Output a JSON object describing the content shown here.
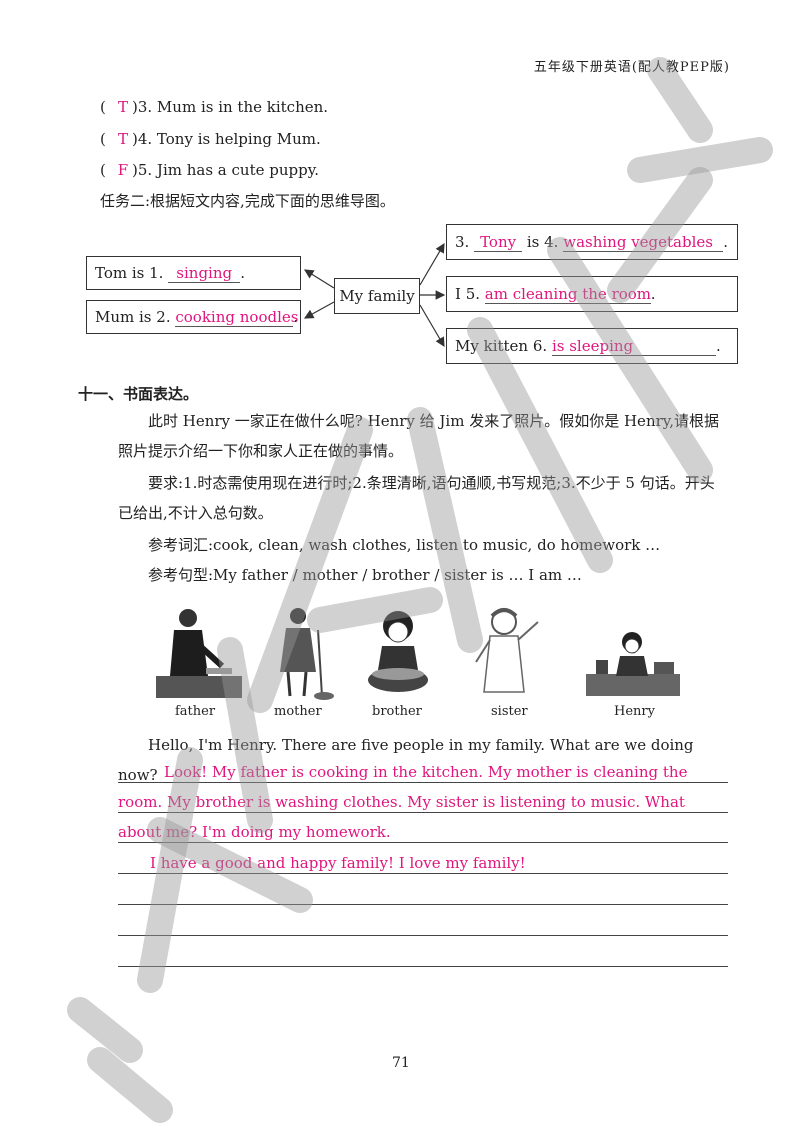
{
  "header": "五年级下册英语(配人教PEP版)",
  "tf_items": [
    {
      "answer": "T",
      "text": ")3. Mum is in the kitchen."
    },
    {
      "answer": "T",
      "text": ")4. Tony is helping Mum."
    },
    {
      "answer": "F",
      "text": ")5. Jim has a cute puppy."
    }
  ],
  "task2": "任务二:根据短文内容,完成下面的思维导图。",
  "mindmap": {
    "center": "My family",
    "tom_prefix": "Tom is 1.",
    "tom_answer": "singing",
    "mum_prefix": "Mum is 2.",
    "mum_answer": "cooking noodles",
    "r1_prefix": "3.",
    "r1_name": "Tony",
    "r1_mid": "is 4.",
    "r1_answer": "washing vegetables",
    "r2_prefix": "I 5.",
    "r2_answer": "am cleaning the room",
    "r3_prefix": "My kitten 6.",
    "r3_answer": "is sleeping",
    "period": "."
  },
  "section11": {
    "title": "十一、书面表达。",
    "p1": "此时 Henry 一家正在做什么呢? Henry 给 Jim 发来了照片。假如你是 Henry,请根据照片提示介绍一下你和家人正在做的事情。",
    "p2": "要求:1.时态需使用现在进行时;2.条理清晰,语句通顺,书写规范;3.不少于 5 句话。开头已给出,不计入总句数。",
    "p3": "参考词汇:cook, clean, wash clothes, listen to music, do homework …",
    "p4": "参考句型:My father / mother / brother / sister is …   I am …"
  },
  "pictures": [
    "father",
    "mother",
    "brother",
    "sister",
    "Henry"
  ],
  "writing": {
    "start": "Hello, I'm Henry. There are five people in my family. What are we doing now?",
    "l1": "Look! My father is cooking in the kitchen. My mother is cleaning the",
    "l2": "room. My brother is washing clothes. My sister is listening to music. What",
    "l3": "about me? I'm doing my homework.",
    "l4": "I have a good and happy family! I love my family!"
  },
  "page_number": "71"
}
